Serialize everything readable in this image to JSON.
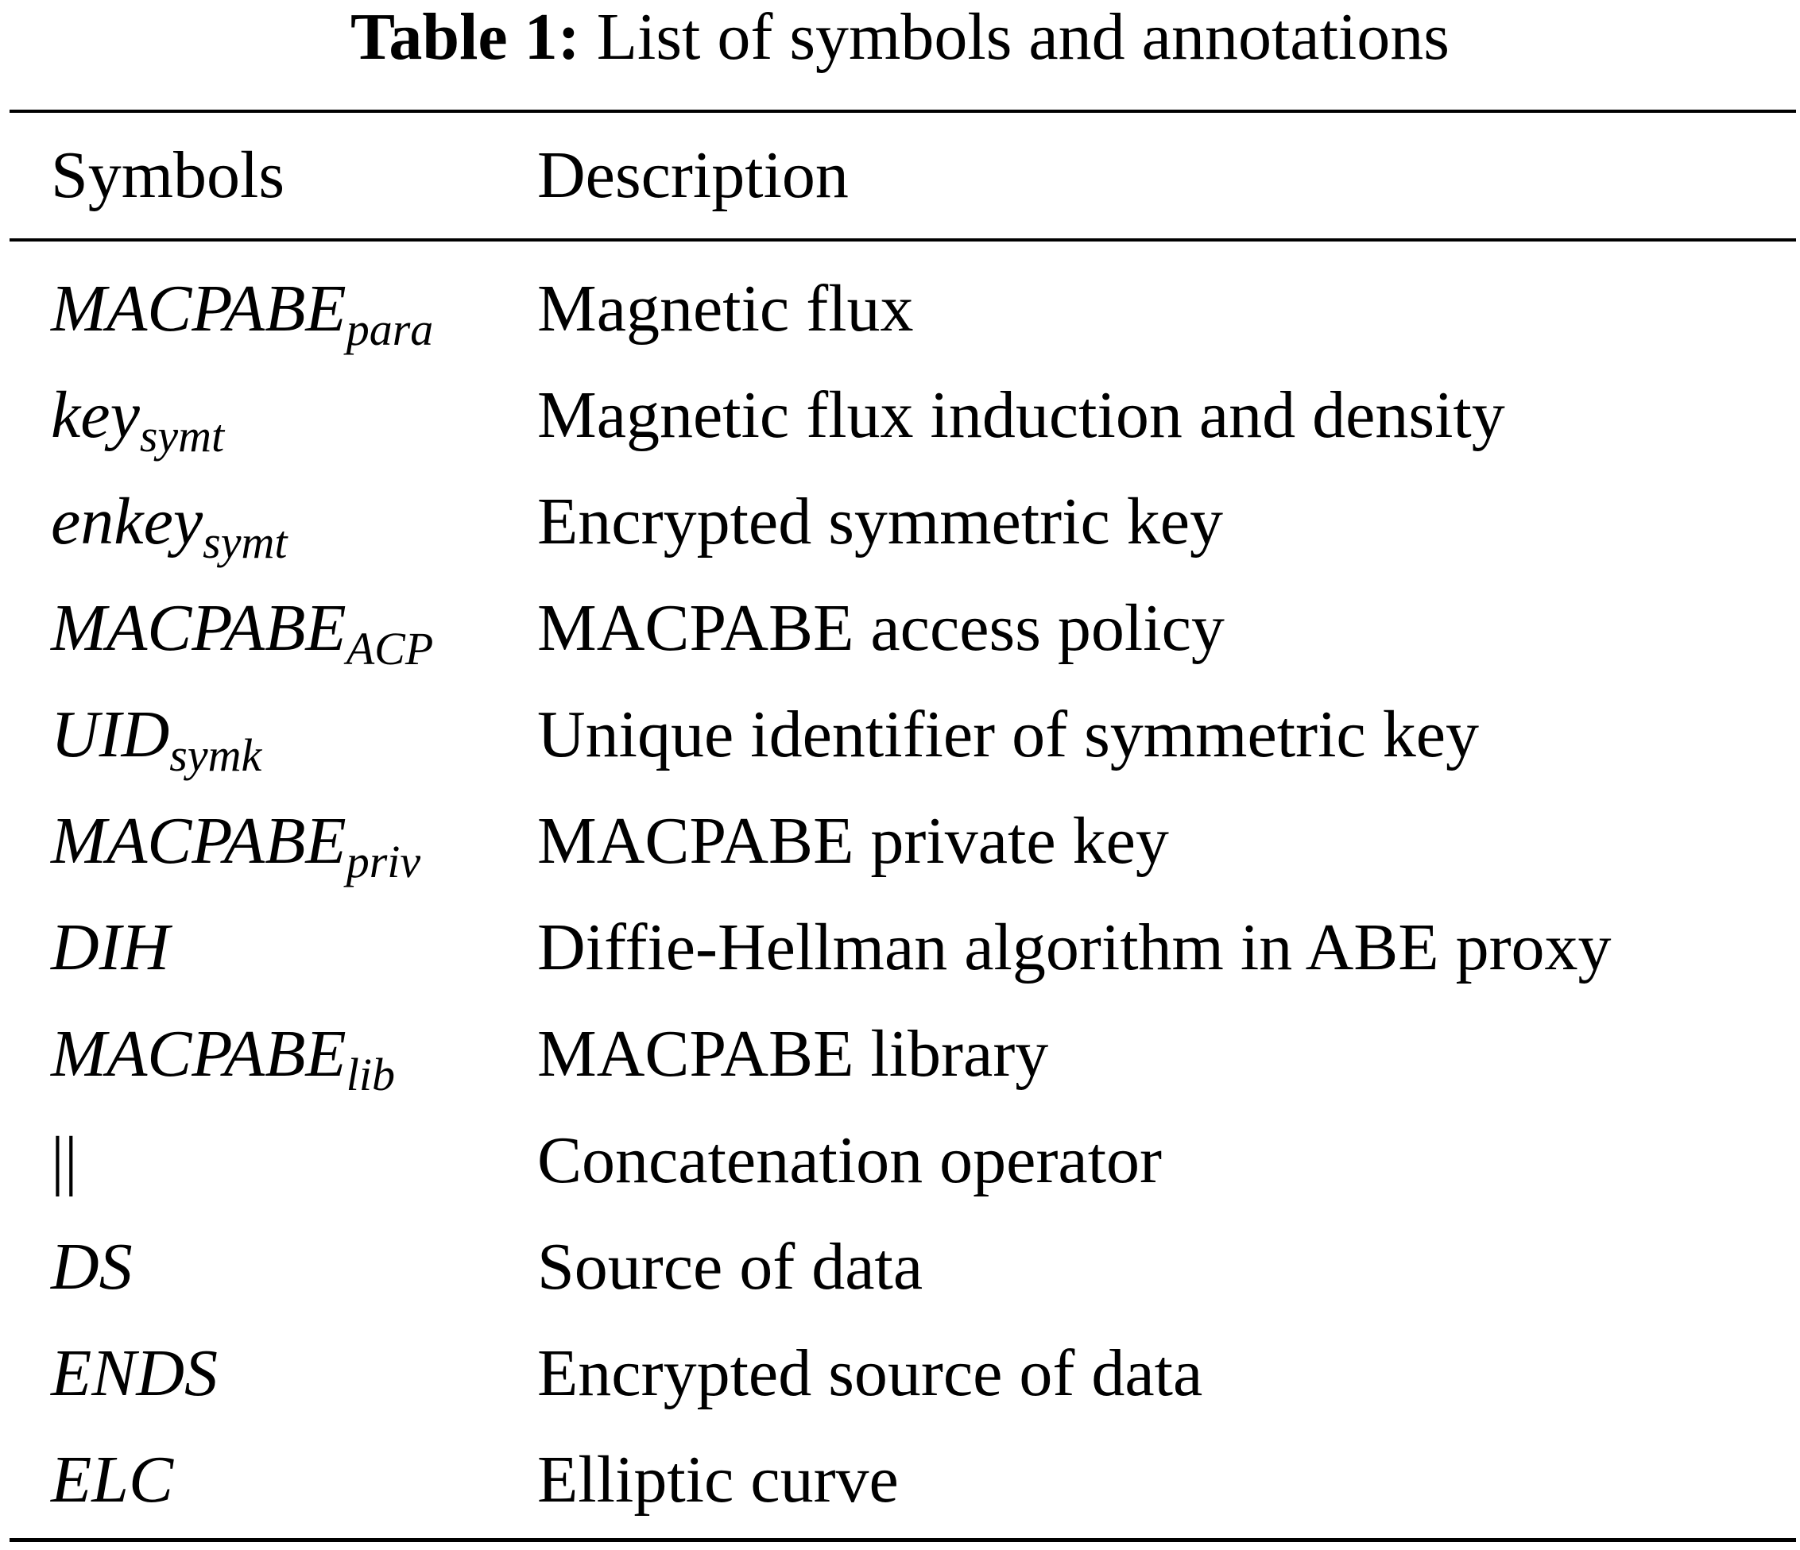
{
  "caption": {
    "label": "Table 1:",
    "text": "List of symbols and annotations"
  },
  "table": {
    "headers": {
      "symbol": "Symbols",
      "description": "Description"
    },
    "rows": [
      {
        "symbol": "MACPABE",
        "subscript": "para",
        "description": "Magnetic flux"
      },
      {
        "symbol": "key",
        "subscript": "symt",
        "description": "Magnetic flux induction and density"
      },
      {
        "symbol": "enkey",
        "subscript": "symt",
        "description": "Encrypted symmetric key"
      },
      {
        "symbol": "MACPABE",
        "subscript": "ACP",
        "description": "MACPABE access policy"
      },
      {
        "symbol": "UID",
        "subscript": "symk",
        "description": "Unique identifier of symmetric key"
      },
      {
        "symbol": "MACPABE",
        "subscript": "priv",
        "description": "MACPABE private key"
      },
      {
        "symbol": "DIH",
        "subscript": "",
        "description": "Diffie-Hellman algorithm in ABE proxy"
      },
      {
        "symbol": "MACPABE",
        "subscript": "lib",
        "description": "MACPABE library"
      },
      {
        "symbol": "||",
        "subscript": "",
        "description": "Concatenation operator"
      },
      {
        "symbol": "DS",
        "subscript": "",
        "description": "Source of data"
      },
      {
        "symbol": "ENDS",
        "subscript": "",
        "description": "Encrypted source of data"
      },
      {
        "symbol": "ELC",
        "subscript": "",
        "description": "Elliptic curve"
      }
    ]
  }
}
